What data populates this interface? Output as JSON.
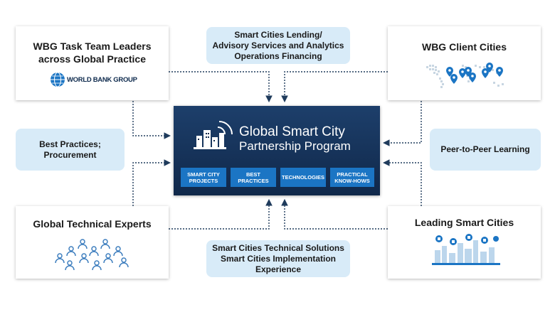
{
  "center": {
    "title": "Global Smart City",
    "subtitle": "Partnership Program",
    "tags": [
      "SMART CITY\nPROJECTS",
      "BEST\nPRACTICES",
      "TECHNOLOGIES",
      "PRACTICAL\nKNOW-HOWS"
    ]
  },
  "top_left": {
    "title": "WBG Task Team Leaders\nacross Global Practice",
    "logo_text": "WORLD BANK GROUP"
  },
  "top_right": {
    "title": "WBG Client Cities"
  },
  "bottom_left": {
    "title": "Global Technical Experts"
  },
  "bottom_right": {
    "title": "Leading Smart Cities"
  },
  "pill_top": "Smart Cities Lending/\nAdvisory Services and Analytics\nOperations Financing",
  "pill_left": "Best Practices;\nProcurement",
  "pill_right": "Peer-to-Peer Learning",
  "pill_bottom": "Smart Cities Technical Solutions\nSmart Cities Implementation\nExperience",
  "colors": {
    "navy": "#12305a",
    "accent": "#1b75c4",
    "pill": "#d8ebf8",
    "connector": "#1f3b5c"
  }
}
